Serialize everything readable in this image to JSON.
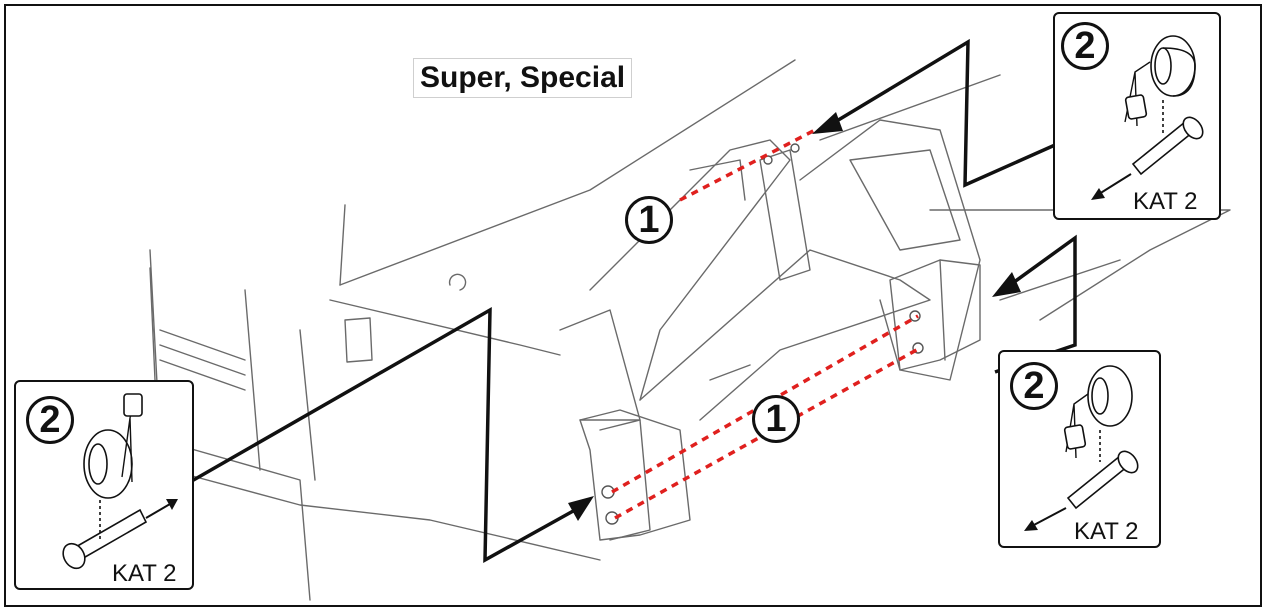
{
  "title": "Super, Special",
  "callouts": {
    "upper_pin": "1",
    "lower_pins": "1",
    "top_right": "2",
    "mid_right": "2",
    "bottom_left": "2"
  },
  "insets": {
    "top_right": {
      "number": "2",
      "label": "KAT 2"
    },
    "mid_right": {
      "number": "2",
      "label": "KAT 2"
    },
    "bottom_left": {
      "number": "2",
      "label": "KAT 2"
    }
  },
  "colors": {
    "line": "#111111",
    "dash": "#e0201e",
    "sketch": "#555555"
  }
}
